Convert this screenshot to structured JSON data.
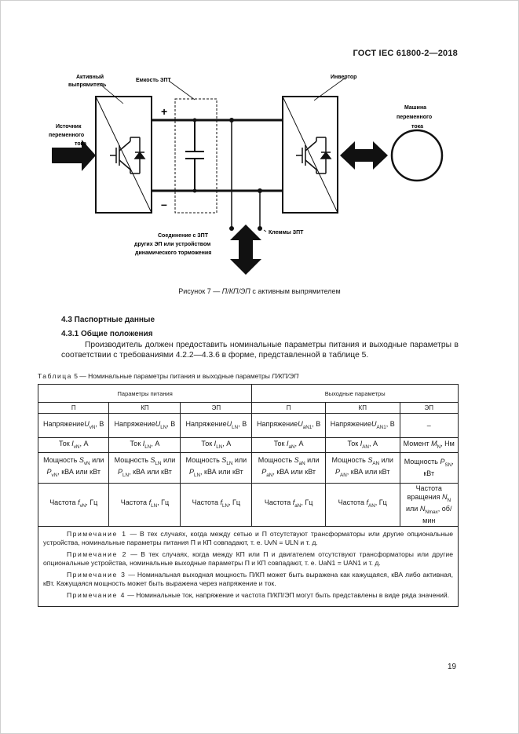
{
  "header": {
    "standard": "ГОСТ IEC 61800-2—2018"
  },
  "figure": {
    "labels": {
      "active_rectifier_1": "Активный",
      "active_rectifier_2": "выпрямитель",
      "dc_capacitor": "Емкость ЗПТ",
      "inverter": "Инвертор",
      "source_1": "Источник",
      "source_2": "переменного",
      "source_3": "тока",
      "machine_1": "Машина",
      "machine_2": "переменного",
      "machine_3": "тока",
      "connection_1": "Соединение с ЗПТ",
      "connection_2": "других ЭП или устройством",
      "connection_3": "динамического торможения",
      "terminals": "Клеммы ЗПТ",
      "plus": "+",
      "minus": "–"
    },
    "caption_prefix": "Рисунок 7 — ",
    "caption_italic": "П/КП/ЭП",
    "caption_suffix": " с активным выпрямителем"
  },
  "section": {
    "title": "4.3 Паспортные данные"
  },
  "subsection": {
    "title": "4.3.1 Общие положения"
  },
  "paragraph": "Производитель должен предоставить номинальные параметры питания и выходные параметры в соответствии с требованиями 4.2.2—4.3.6 в форме, представленной в таблице 5.",
  "table": {
    "caption_word": "Таблица",
    "caption_num": " 5 — Номинальные параметры питания и выходные параметры ",
    "caption_italic": "П/КП/ЭП",
    "group_headers": [
      "Параметры питания",
      "Выходные параметры"
    ],
    "columns": [
      "П",
      "КП",
      "ЭП",
      "П",
      "КП",
      "ЭП"
    ],
    "rows": [
      [
        "Напряжение|U|vN|, В",
        "Напряжение|U|LN|, В",
        "Напряжение|U|LN|, В",
        "Напряжение|U|aN1|, В",
        "Напряжение|U|AN1|, В",
        "–"
      ],
      [
        "Ток |I|vN|, А",
        "Ток |I|LN|, А",
        "Ток |I|LN|, А",
        "Ток |I|aN|, А",
        "Ток |I|AN|, А",
        "Момент |M|N|, Нм"
      ],
      [
        "Мощность |S|vN| или |P|vN|, кВА или кВт",
        "Мощность |S|LN| или |P|LN|, кВА или кВт",
        "Мощность |S|LN| или |P|LN|, кВА или кВт",
        "Мощность |S|aN| или |P|aN|, кВА или кВт",
        "Мощность |S|AN| или |P|AN|, кВА или кВт",
        "Мощность |P|SN|, кВт"
      ],
      [
        "Частота |f|vN|, Гц",
        "Частота |f|LN|, Гц",
        "Частота |f|LN|, Гц",
        "Частота |f|aN|, Гц",
        "Частота |f|AN|, Гц",
        "Частота вращения |N|N| или |N|Nmax|, об/мин"
      ]
    ],
    "notes": [
      {
        "label": "Примечание 1",
        "text": " — В тех случаях, когда между сетью и П отсутствуют трансформаторы или другие опциональные устройства, номинальные параметры питания П и КП совпадают, т. е. UvN = ULN и т. д."
      },
      {
        "label": "Примечание 2",
        "text": " — В тех случаях, когда между КП или П и двигателем отсутствуют трансформаторы или другие опциональные устройства, номинальные выходные параметры П и КП совпадают, т. е. UaN1 = UAN1 и т. д."
      },
      {
        "label": "Примечание 3",
        "text": " — Номинальная выходная мощность П/КП может быть выражена как кажущаяся, кВА либо активная, кВт. Кажущаяся мощность может быть выражена через напряжение и ток."
      },
      {
        "label": "Примечание 4",
        "text": " — Номинальные ток, напряжение и частота П/КП/ЭП могут быть представлены в виде ряда значений."
      }
    ]
  },
  "page_number": "19"
}
